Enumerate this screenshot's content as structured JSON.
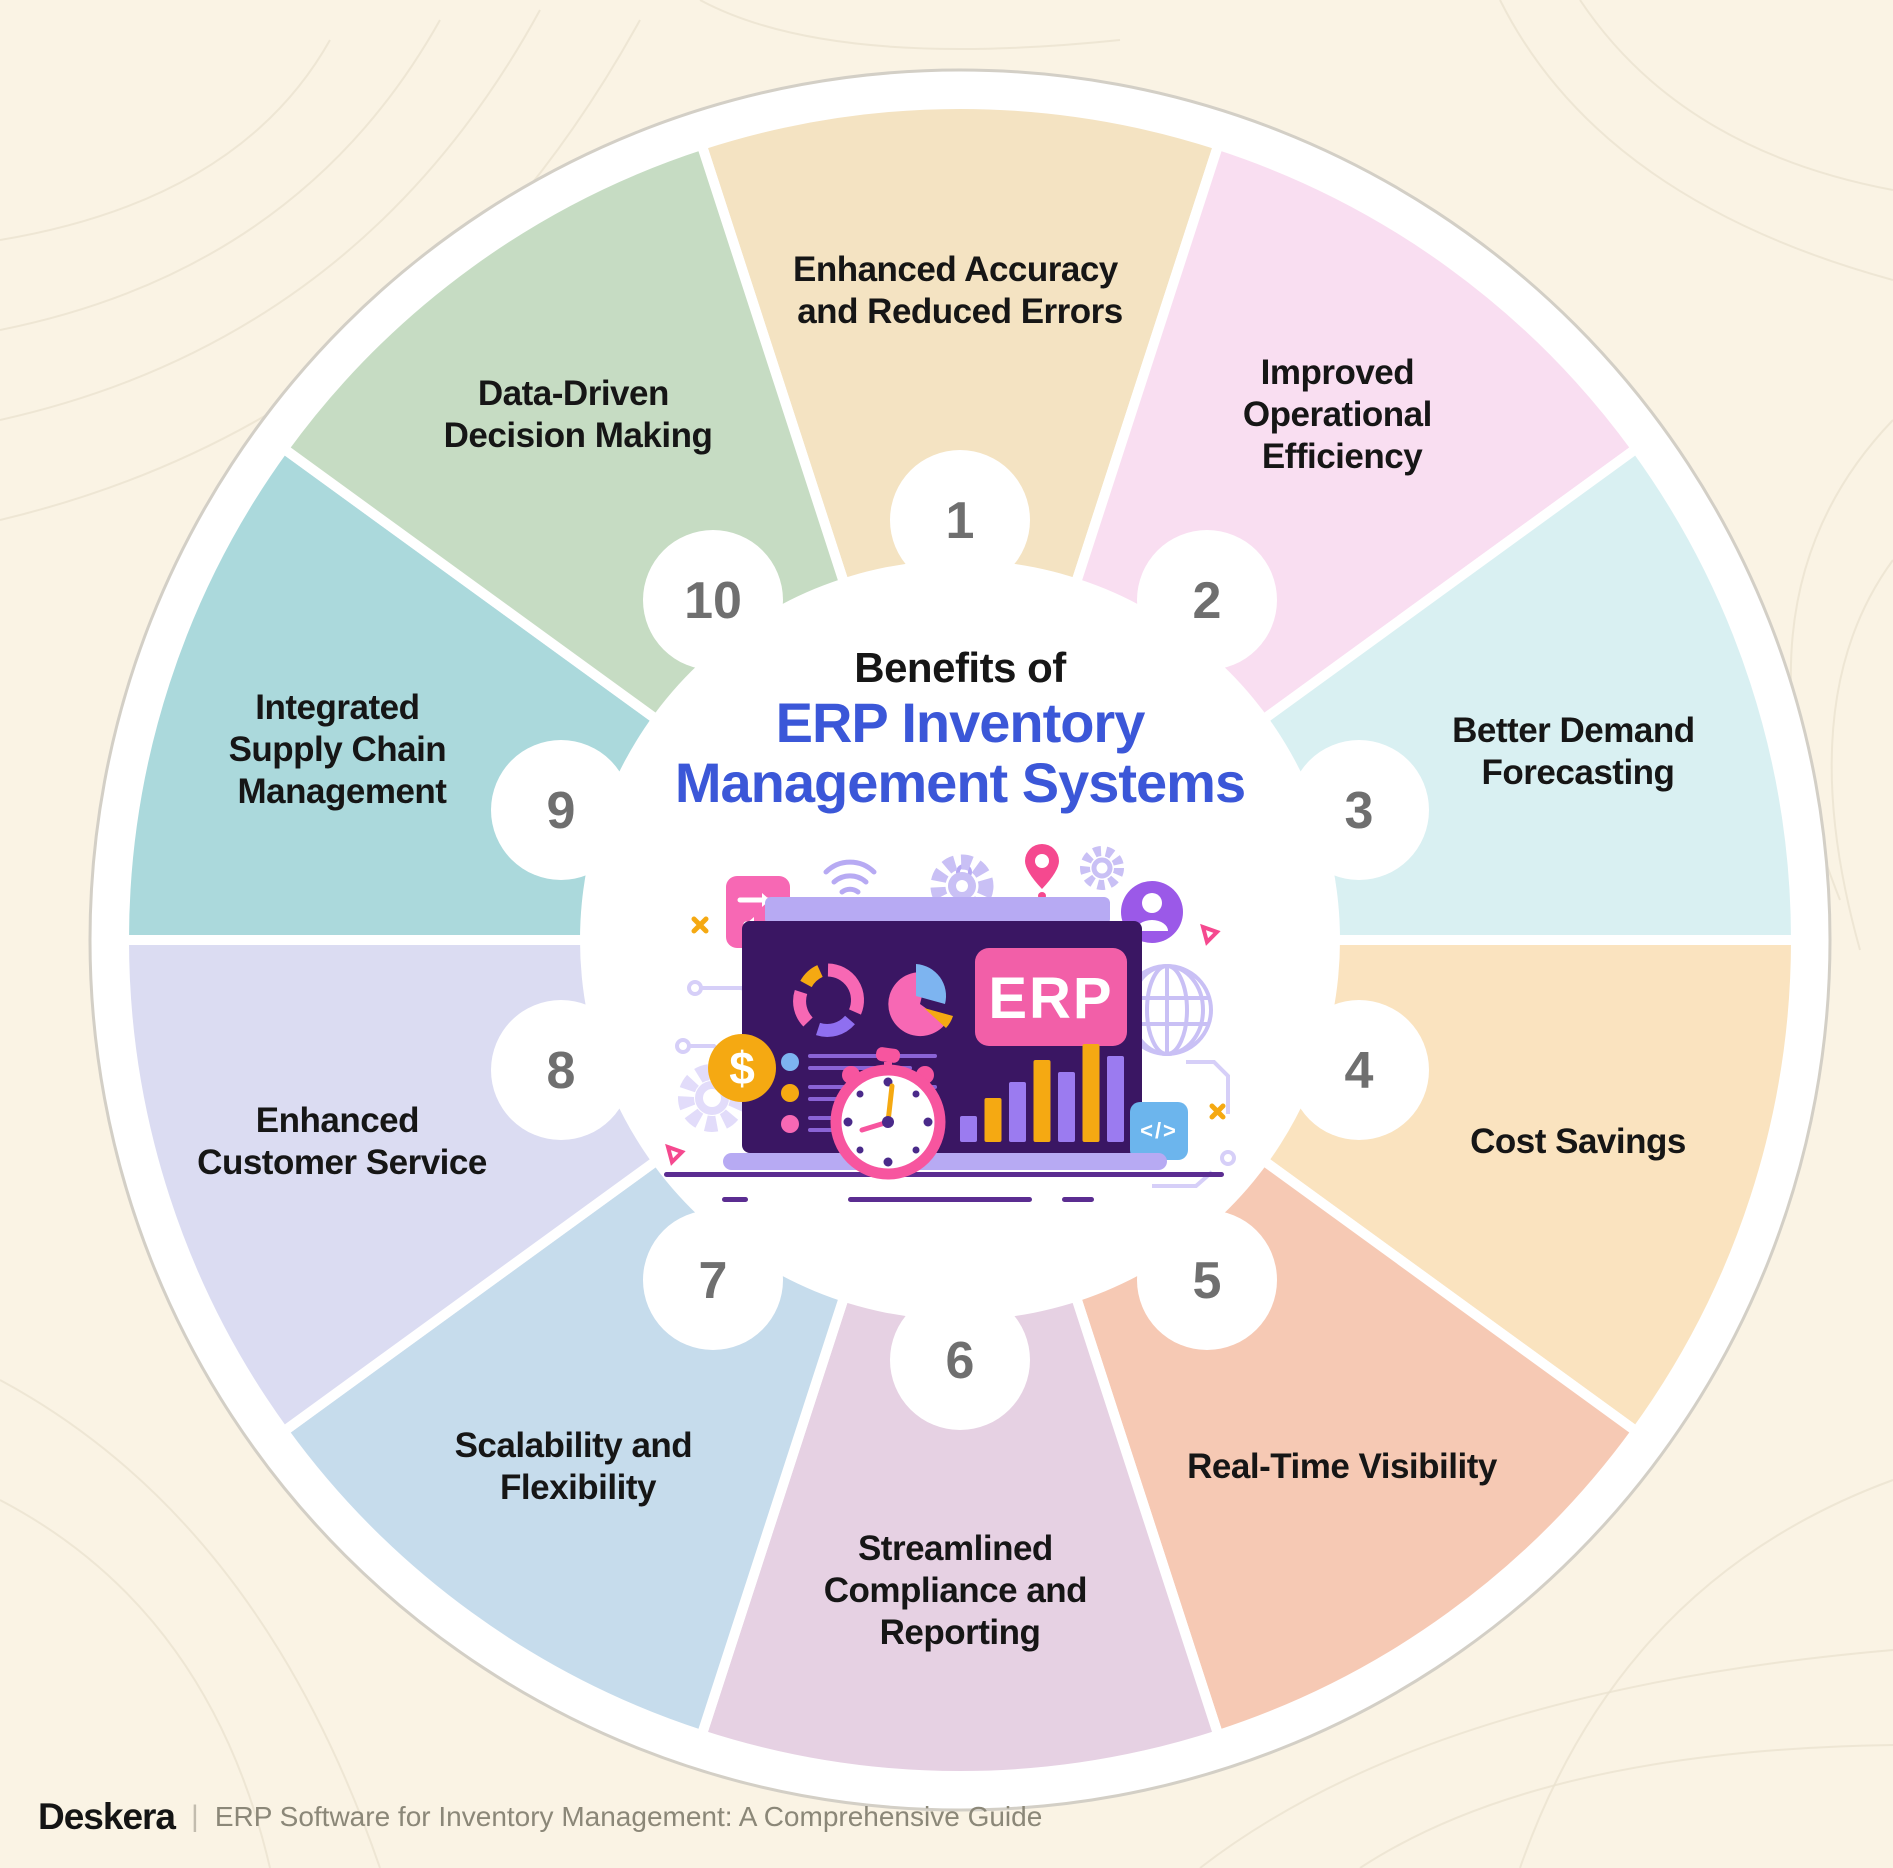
{
  "center": {
    "title_line1": "Benefits of",
    "title_line2": "ERP Inventory",
    "title_line3": "Management Systems",
    "title_color": "#3b57d8"
  },
  "segments": [
    {
      "number": "1",
      "color": "#f4e3c2",
      "label_lines": [
        "Enhanced Accuracy",
        "and Reduced Errors"
      ]
    },
    {
      "number": "2",
      "color": "#f9def1",
      "label_lines": [
        "Improved",
        "Operational",
        "Efficiency"
      ]
    },
    {
      "number": "3",
      "color": "#d9f0f2",
      "label_lines": [
        "Better Demand",
        "Forecasting"
      ]
    },
    {
      "number": "4",
      "color": "#fae3bf",
      "label_lines": [
        "Cost Savings"
      ]
    },
    {
      "number": "5",
      "color": "#f6c9b4",
      "label_lines": [
        "Real-Time Visibility"
      ]
    },
    {
      "number": "6",
      "color": "#e6d1e3",
      "label_lines": [
        "Streamlined",
        "Compliance and",
        "Reporting"
      ]
    },
    {
      "number": "7",
      "color": "#c6dcec",
      "label_lines": [
        "Scalability and",
        "Flexibility"
      ]
    },
    {
      "number": "8",
      "color": "#dbdcf2",
      "label_lines": [
        "Enhanced",
        "Customer Service"
      ]
    },
    {
      "number": "9",
      "color": "#abd9dc",
      "label_lines": [
        "Integrated",
        "Supply Chain",
        "Management"
      ]
    },
    {
      "number": "10",
      "color": "#c6dcc3",
      "label_lines": [
        "Data-Driven",
        "Decision Making"
      ]
    }
  ],
  "ui": {
    "background": "#faf3e4",
    "number_color": "#6f6f6f",
    "label_color": "#161616",
    "screen_purple": "#3a1663",
    "light_purple": "#b7aaf3",
    "accent_pink": "#f25fa8",
    "accent_orange": "#f5a912",
    "accent_blue": "#6cb5ed",
    "bar_purple": "#9b7bf0",
    "table_purple": "#5b2d91"
  },
  "illustration": {
    "erp_label": "ERP",
    "dollar_sign": "$",
    "code_glyph": "</>"
  },
  "footer": {
    "brand": "Deskera",
    "separator": "|",
    "tagline": "ERP Software for Inventory Management: A Comprehensive Guide"
  }
}
